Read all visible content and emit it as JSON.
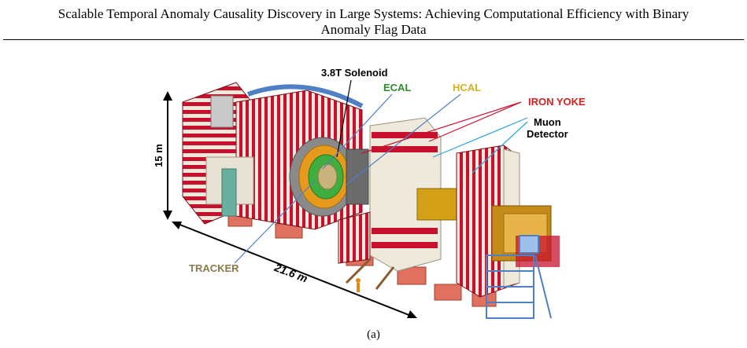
{
  "header": {
    "title_line1": "Scalable Temporal Anomaly Causality Discovery in Large Systems: Achieving Computational Efficiency with Binary",
    "title_line2": "Anomaly Flag Data"
  },
  "figure": {
    "labels": {
      "solenoid": "3.8T Solenoid",
      "ecal": "ECAL",
      "hcal": "HCAL",
      "iron_yoke": "IRON YOKE",
      "muon": "Muon",
      "detector": "Detector",
      "tracker": "TRACKER",
      "height": "15 m",
      "length": "21.6 m"
    },
    "colors": {
      "ecal": "#2e8b2e",
      "hcal": "#d6b21a",
      "iron_yoke": "#d62020",
      "muon_line": "#29a6e0",
      "tracker": "#8a7a4a",
      "yoke_red": "#c8102e",
      "cream": "#efe9dc"
    },
    "caption": "(a)"
  }
}
